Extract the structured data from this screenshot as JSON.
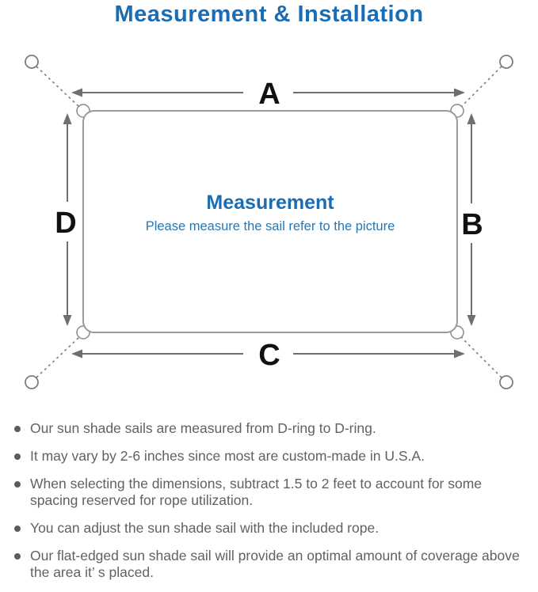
{
  "page": {
    "title": "Measurement & Installation"
  },
  "diagram": {
    "labels": {
      "top": "A",
      "right": "B",
      "bottom": "C",
      "left": "D"
    },
    "center": {
      "heading": "Measurement",
      "subheading": "Please measure the sail refer to the picture"
    },
    "icons": {
      "corner_ring": "d-ring-icon",
      "anchor_point": "anchor-ring-icon",
      "bullet": "filled-circle-icon"
    },
    "colors": {
      "title_blue": "#1a6cb5",
      "subheading_blue": "#2a77b0",
      "sail_outline_gray": "#9a9a9a",
      "arrow_gray": "#6f6f6f",
      "tie_line_gray": "#7d7d7d",
      "label_black": "#111111",
      "note_text_gray": "#616161"
    }
  },
  "notes": {
    "items": [
      "Our sun shade sails are measured from D-ring to D-ring.",
      "It may vary by 2-6 inches since most are custom-made in U.S.A.",
      "When selecting the dimensions, subtract 1.5 to 2 feet to account for some spacing reserved for rope utilization.",
      "You can adjust the sun shade sail with the included rope.",
      "Our flat-edged sun shade sail will provide an optimal amount of coverage above the area it’ s placed."
    ]
  }
}
